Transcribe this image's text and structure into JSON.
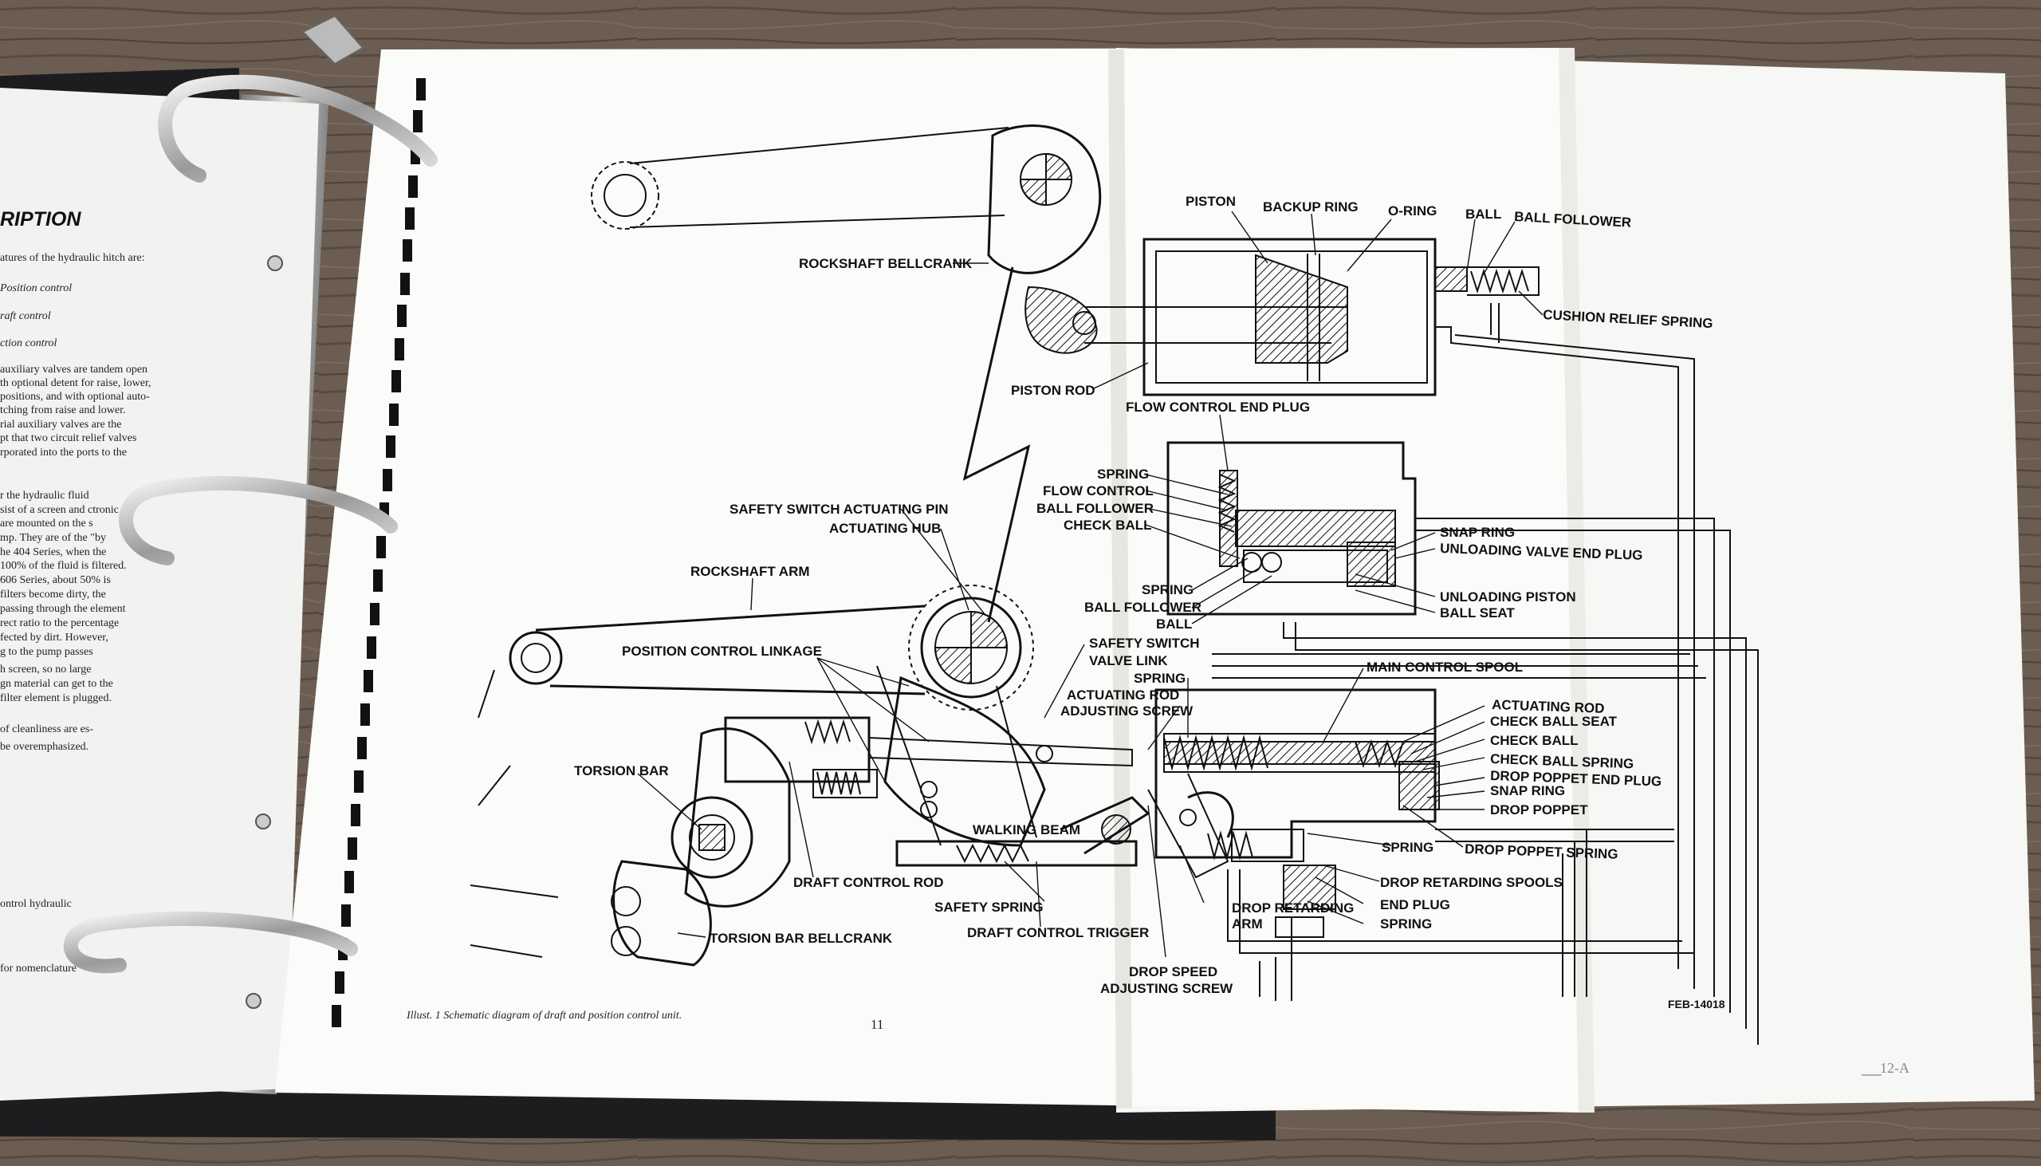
{
  "left_page": {
    "heading": "RIPTION",
    "lines": [
      "atures of the hydraulic hitch are:",
      "Position control",
      "raft control",
      "ction control",
      "auxiliary valves are tandem open",
      "th optional detent for raise, lower,",
      "positions, and with optional auto-",
      "tching from raise and lower.",
      "rial auxiliary valves are the",
      "pt that two circuit relief valves",
      "rporated into the ports to the",
      "r the hydraulic fluid",
      "sist of a screen and  ctronic",
      "are mounted on the s",
      "mp.  They are of the \"by",
      "100% of the fluid is filtered.",
      "606 Series, about 50% is",
      "passing through the element",
      "rect ratio to the percentage",
      "fected by dirt.  However,",
      "g to the pump passes",
      "h screen, so no large",
      "gn material can get to the",
      "filter element is plugged.",
      "of cleanliness are es-",
      "be overemphasized.",
      "ontrol hydraulic",
      "for nomenclature"
    ],
    "partial_a": "he 404 Series, when the",
    "partial_b": "filters become dirty, the"
  },
  "diagram": {
    "labels": {
      "piston": "PISTON",
      "backup_ring": "BACKUP RING",
      "o_ring": "O-RING",
      "ball": "BALL",
      "ball_follower_top": "BALL FOLLOWER",
      "rockshaft_bellcrank": "ROCKSHAFT BELLCRANK",
      "cushion_relief_spring": "CUSHION RELIEF SPRING",
      "piston_rod": "PISTON ROD",
      "flow_control_end_plug": "FLOW CONTROL END PLUG",
      "spring_1": "SPRING",
      "flow_control": "FLOW CONTROL",
      "ball_follower_1": "BALL FOLLOWER",
      "check_ball": "CHECK BALL",
      "safety_switch_actuating_pin": "SAFETY SWITCH ACTUATING PIN",
      "actuating_hub": "ACTUATING HUB",
      "snap_ring_1": "SNAP RING",
      "unloading_valve_end_plug": "UNLOADING VALVE END PLUG",
      "rockshaft_arm": "ROCKSHAFT ARM",
      "spring_2": "SPRING",
      "ball_follower_2": "BALL FOLLOWER",
      "ball_2": "BALL",
      "unloading_piston": "UNLOADING PISTON",
      "ball_seat": "BALL SEAT",
      "position_control_linkage": "POSITION CONTROL LINKAGE",
      "safety_switch": "SAFETY SWITCH",
      "valve_link": "VALVE LINK",
      "main_control_spool": "MAIN CONTROL SPOOL",
      "spring_3": "SPRING",
      "actuating_rod_adjusting_1": "ACTUATING ROD",
      "actuating_rod_adjusting_2": "ADJUSTING SCREW",
      "actuating_rod": "ACTUATING ROD",
      "check_ball_seat": "CHECK BALL SEAT",
      "check_ball_2": "CHECK BALL",
      "check_ball_spring": "CHECK BALL SPRING",
      "drop_poppet_end_plug": "DROP POPPET END PLUG",
      "torsion_bar": "TORSION BAR",
      "snap_ring_2": "SNAP RING",
      "drop_poppet": "DROP POPPET",
      "walking_beam": "WALKING BEAM",
      "spring_4": "SPRING",
      "drop_poppet_spring": "DROP POPPET SPRING",
      "draft_control_rod": "DRAFT CONTROL ROD",
      "drop_retarding_spools": "DROP RETARDING SPOOLS",
      "drop_retarding": "DROP RETARDING",
      "arm": "ARM",
      "end_plug": "END PLUG",
      "safety_spring": "SAFETY SPRING",
      "spring_5": "SPRING",
      "draft_control_trigger": "DRAFT CONTROL TRIGGER",
      "torsion_bar_bellcrank": "TORSION BAR BELLCRANK",
      "drop_speed": "DROP SPEED",
      "adjusting_screw": "ADJUSTING SCREW"
    },
    "caption": "Illust. 1  Schematic diagram of draft and position control unit.",
    "page_number": "11",
    "drawing_code": "FEB-14018",
    "foldout_page": "12-A"
  }
}
